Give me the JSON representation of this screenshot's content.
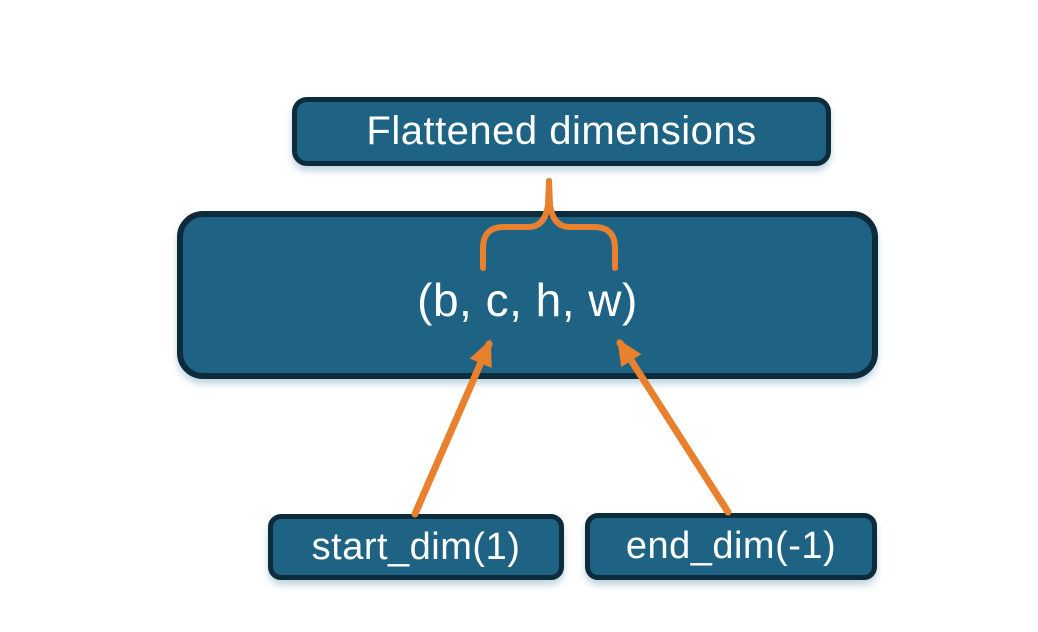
{
  "diagram": {
    "nodes": {
      "flattened": {
        "label": "Flattened dimensions"
      },
      "tensor": {
        "label": "(b, c, h, w)"
      },
      "start_dim": {
        "label": "start_dim(1)"
      },
      "end_dim": {
        "label": "end_dim(-1)"
      }
    },
    "connectors": {
      "brace": "downward curly brace from Flattened dimensions box to the c..w span of the tuple",
      "start_dim_arrow": "arrow from start_dim(1) box pointing up at dimension c",
      "end_dim_arrow": "arrow from end_dim(-1) box pointing up at dimension w"
    }
  },
  "colors": {
    "node_fill": "#1f6384",
    "node_border": "#0d2b3a",
    "connector": "#e8802e",
    "text": "#ffffff",
    "background": "#ffffff"
  }
}
